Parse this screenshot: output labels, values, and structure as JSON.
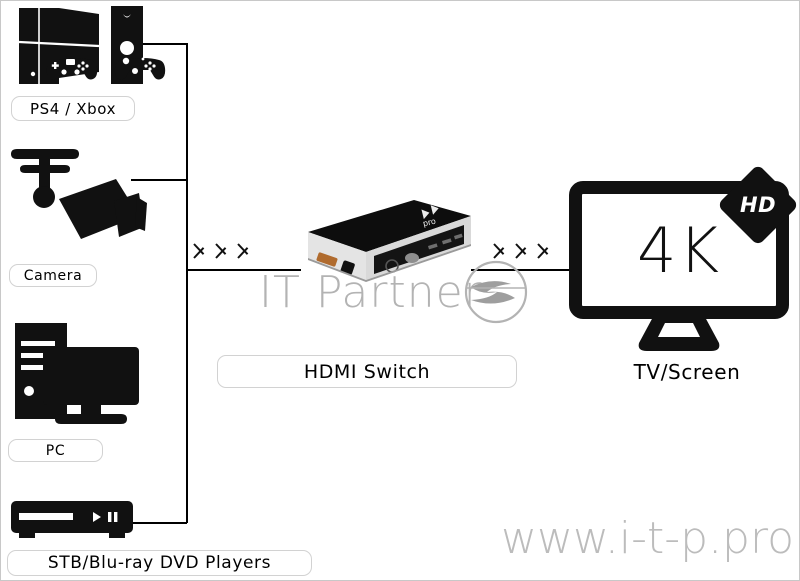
{
  "diagram": {
    "title": "HDMI Switch connection diagram",
    "background_color": "#ffffff",
    "line_color": "#000000"
  },
  "sources": [
    {
      "id": "ps4-xbox",
      "label": "PS4 / Xbox",
      "icon": "game-console-icon"
    },
    {
      "id": "camera",
      "label": "Camera",
      "icon": "cctv-camera-icon"
    },
    {
      "id": "pc",
      "label": "PC",
      "icon": "desktop-computer-icon"
    },
    {
      "id": "stb",
      "label": "STB/Blu-ray DVD Players",
      "icon": "set-top-box-icon"
    }
  ],
  "switch": {
    "label": "HDMI Switch",
    "icon": "hdmi-switch-device-icon"
  },
  "display": {
    "label": "TV/Screen",
    "screen_text": "4K",
    "badge_text": "HD",
    "icon": "tv-monitor-icon"
  },
  "flow": {
    "chevron": "›",
    "chevron_count": 3,
    "input_group_name": "sources-to-switch-arrows",
    "output_group_name": "switch-to-tv-arrows"
  },
  "watermarks": {
    "brand_text": "IT Partner",
    "brand_color": "#b3b3b3",
    "url_text": "www.i-t-p.pro",
    "url_color": "#b9b9b9",
    "logo_name": "it-partner-swirl-logo"
  }
}
